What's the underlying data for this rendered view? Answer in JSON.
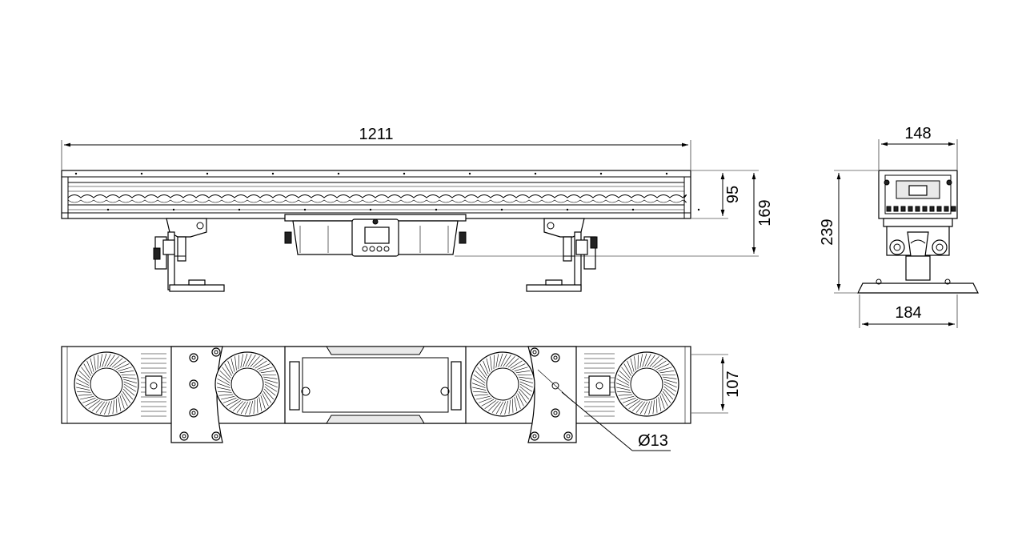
{
  "dimensions": {
    "front_length": "1211",
    "front_body_height": "95",
    "front_total_height": "169",
    "side_width_top": "148",
    "side_height": "239",
    "side_base_width": "184",
    "bottom_depth": "107",
    "hole_diameter": "Ø13"
  }
}
